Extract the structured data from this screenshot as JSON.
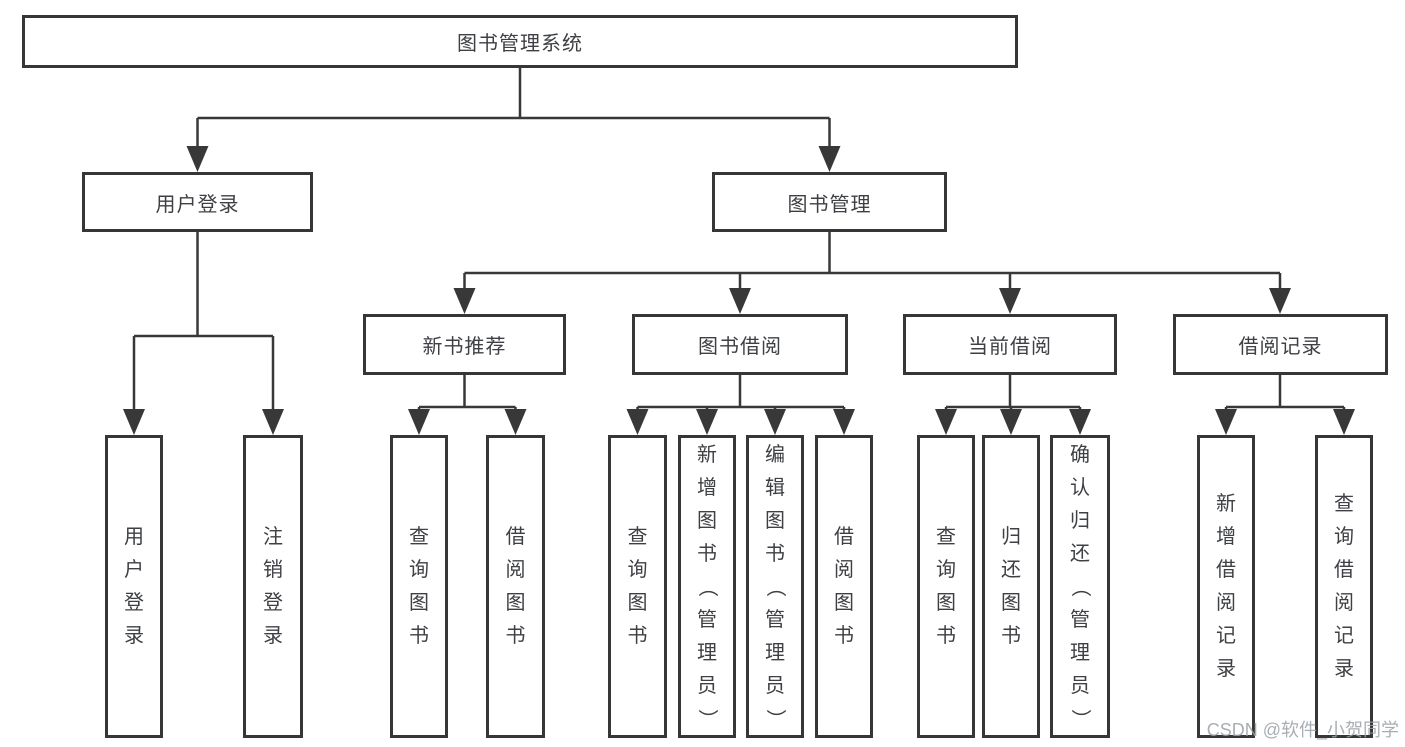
{
  "nodes": {
    "root": "图书管理系统",
    "userLogin": "用户登录",
    "bookManagement": "图书管理",
    "newBookRecommend": "新书推荐",
    "bookBorrowing": "图书借阅",
    "currentBorrowing": "当前借阅",
    "borrowingRecords": "借阅记录",
    "leafUserLogin": "用户登录",
    "leafLogoutLogin": "注销登录",
    "nbQueryBooks": "查询图书",
    "nbBorrowBooks": "借阅图书",
    "bbQueryBooks": "查询图书",
    "bbAddBooksAdmin": "新增图书（管理员）",
    "bbEditBooksAdmin": "编辑图书（管理员）",
    "bbBorrowBooks": "借阅图书",
    "cbQueryBooks": "查询图书",
    "cbReturnBooks": "归还图书",
    "cbConfirmReturnAdmin": "确认归还（管理员）",
    "brAddBorrowRecord": "新增借阅记录",
    "brQueryBorrowRecord": "查询借阅记录"
  },
  "watermark": "CSDN @软件_小贺同学",
  "colors": {
    "line": "#383838",
    "text": "#3e4044",
    "background": "#ffffff",
    "watermark": "#9aa1a7"
  }
}
